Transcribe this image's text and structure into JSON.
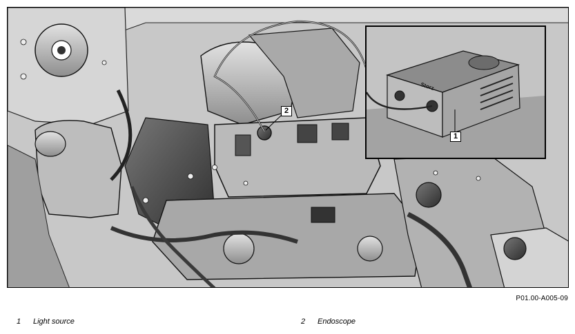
{
  "figure": {
    "reference": "P01.00-A005-09",
    "callouts": [
      {
        "number": "1",
        "label": "Light source"
      },
      {
        "number": "2",
        "label": "Endoscope"
      }
    ],
    "device_brand": "Storz",
    "colors": {
      "background": "#ffffff",
      "engine_fill": "#b5b5b5",
      "engine_dark": "#4a4a4a",
      "line": "#000000",
      "inset_bg": "#c4c4c4"
    }
  }
}
